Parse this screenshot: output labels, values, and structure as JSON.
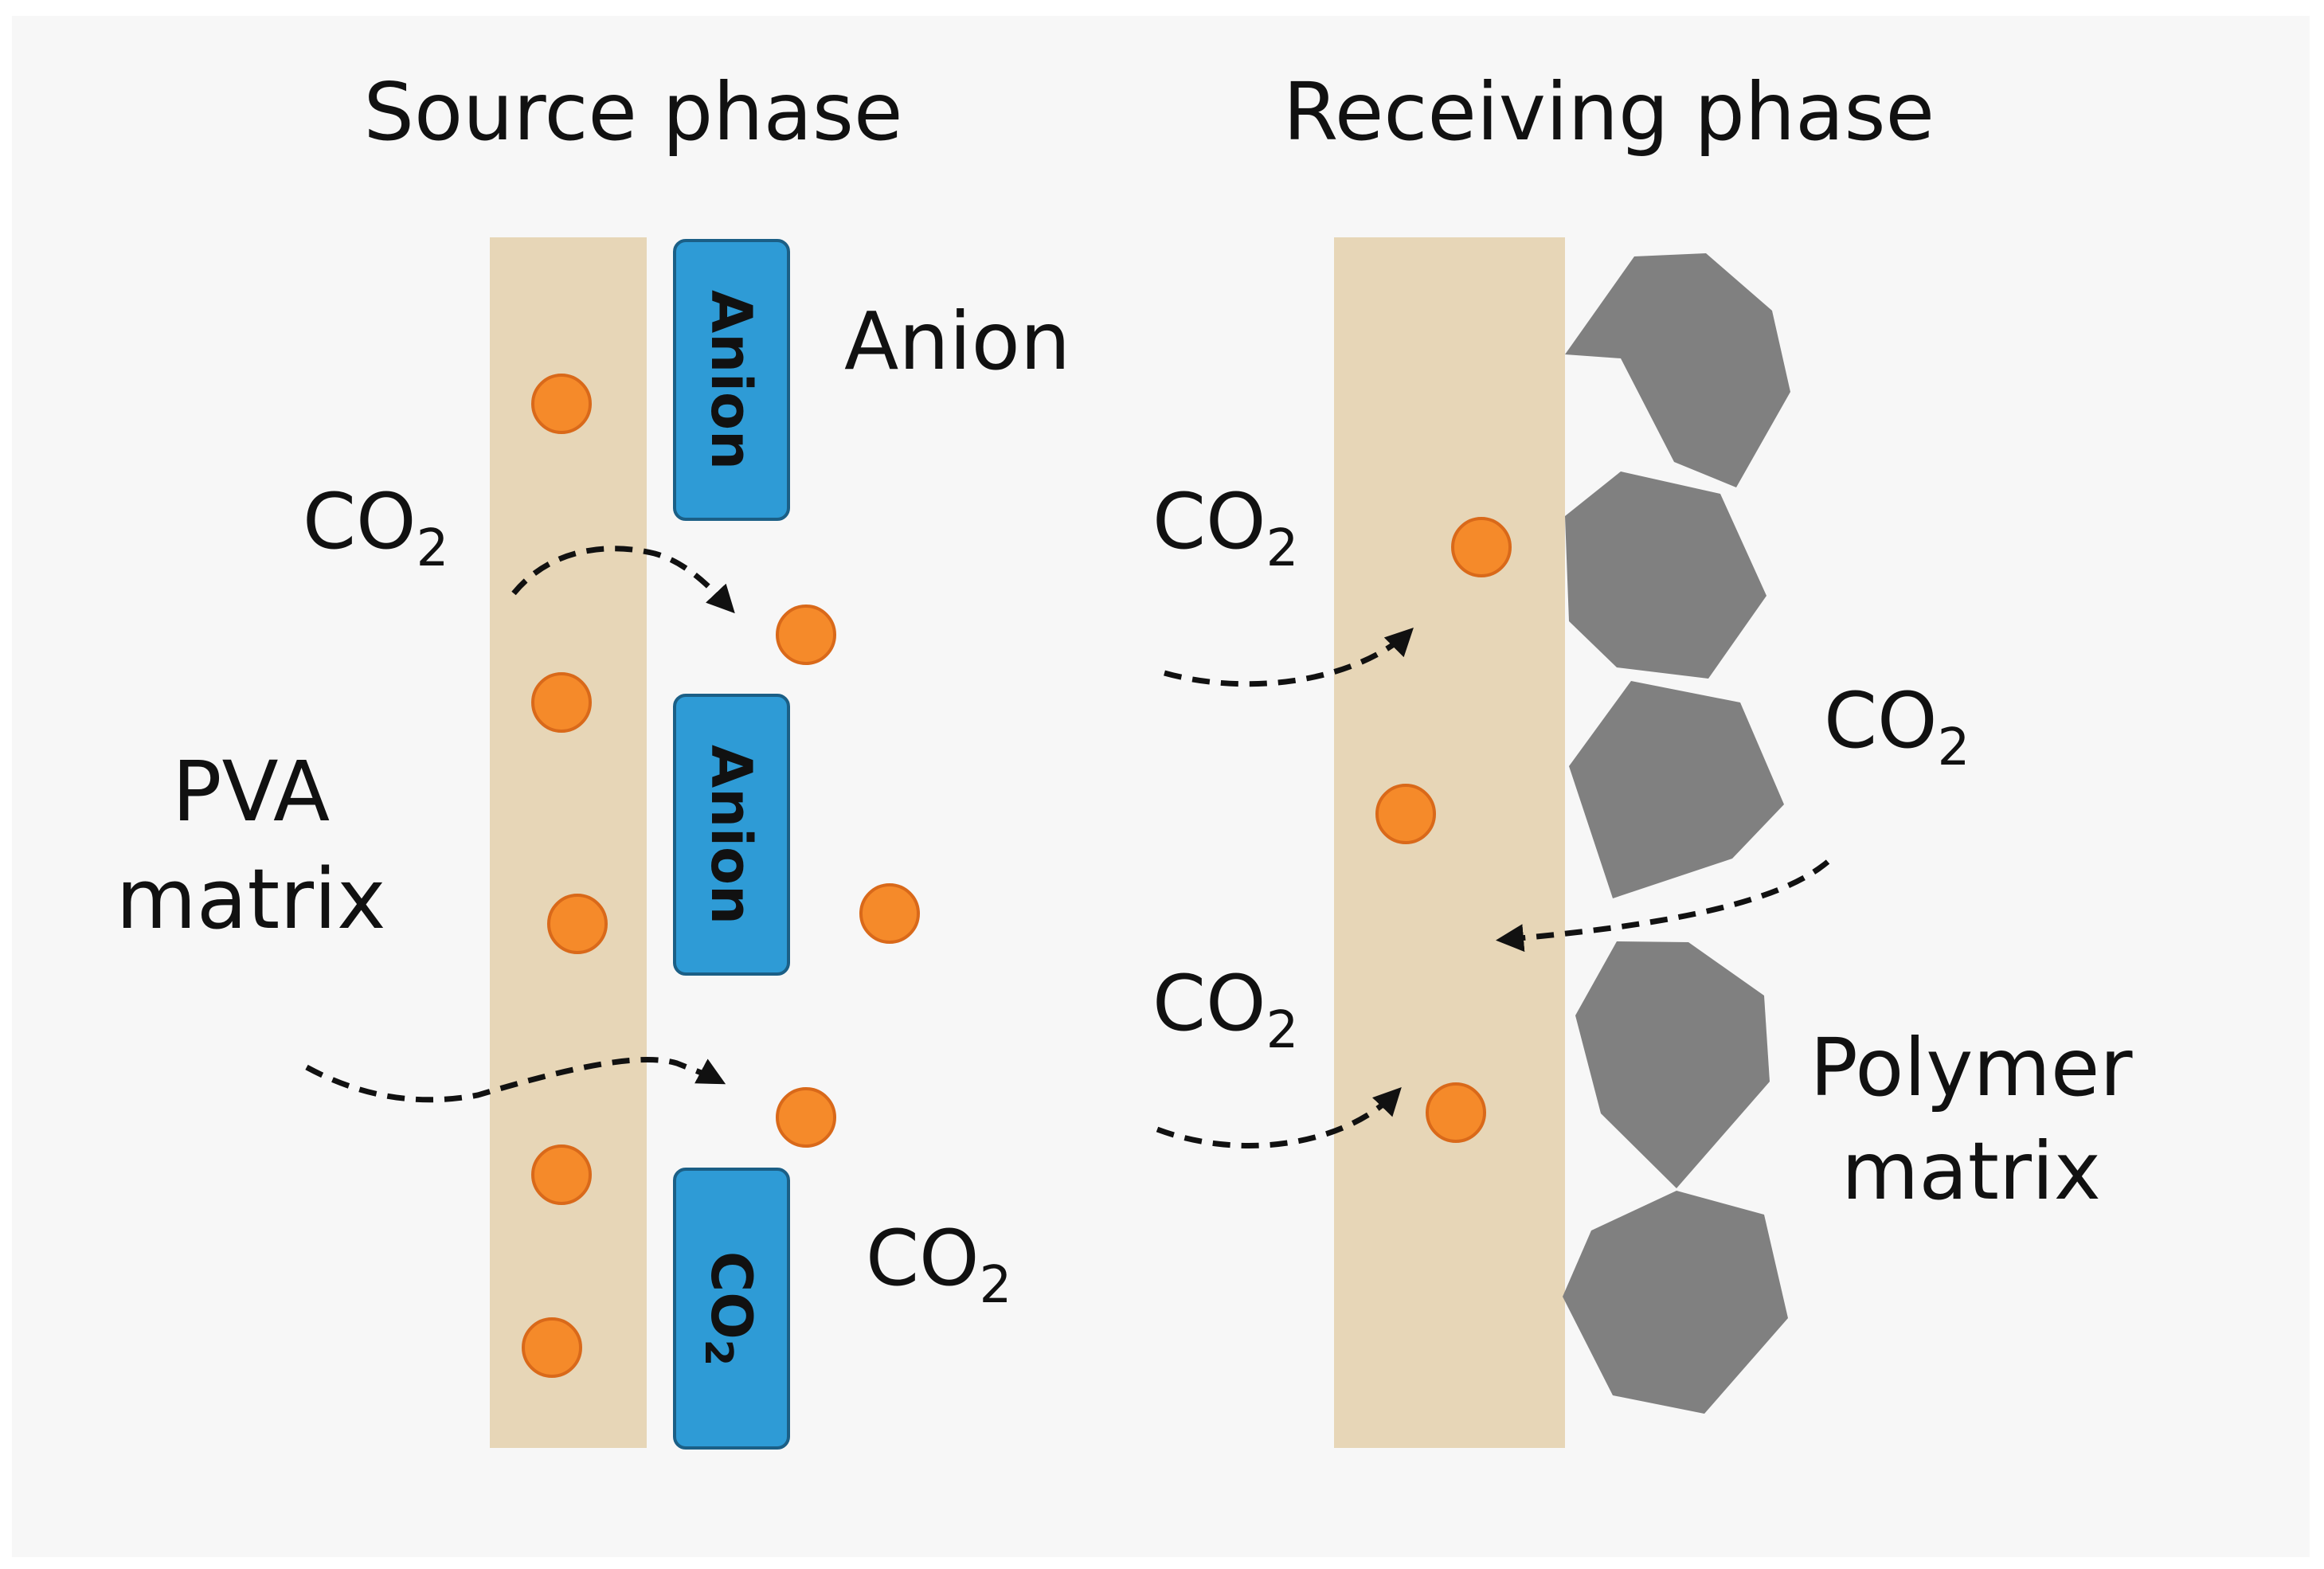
{
  "headings": {
    "source_phase": "Source phase",
    "receiving_phase": "Receiving phase"
  },
  "labels": {
    "anion_top": "Anion",
    "co2_source_left": "CO",
    "co2_source_left_sub": "2",
    "pva_line1": "PVA",
    "pva_line2": "matrix",
    "co2_source_right": "CO",
    "co2_source_right_sub": "2",
    "co2_receiving_top": "CO",
    "co2_receiving_top_sub": "2",
    "co2_receiving_mid": "CO",
    "co2_receiving_mid_sub": "2",
    "co2_receiving_bottom": "CO",
    "co2_receiving_bottom_sub": "2",
    "polymer_line1": "Polymer",
    "polymer_line2": "matrix"
  },
  "carriers": [
    {
      "label": "Anion"
    },
    {
      "label": "Anion"
    },
    {
      "label": "CO",
      "sub": "2"
    }
  ],
  "colors": {
    "background": "#f7f7f7",
    "membrane": "#e7d6b7",
    "carrier_fill": "#2e9bd6",
    "carrier_stroke": "#1b5f86",
    "molecule_fill": "#f58a2a",
    "molecule_stroke": "#d9691a",
    "polymer_particle": "#808080",
    "arrow": "#111111"
  }
}
